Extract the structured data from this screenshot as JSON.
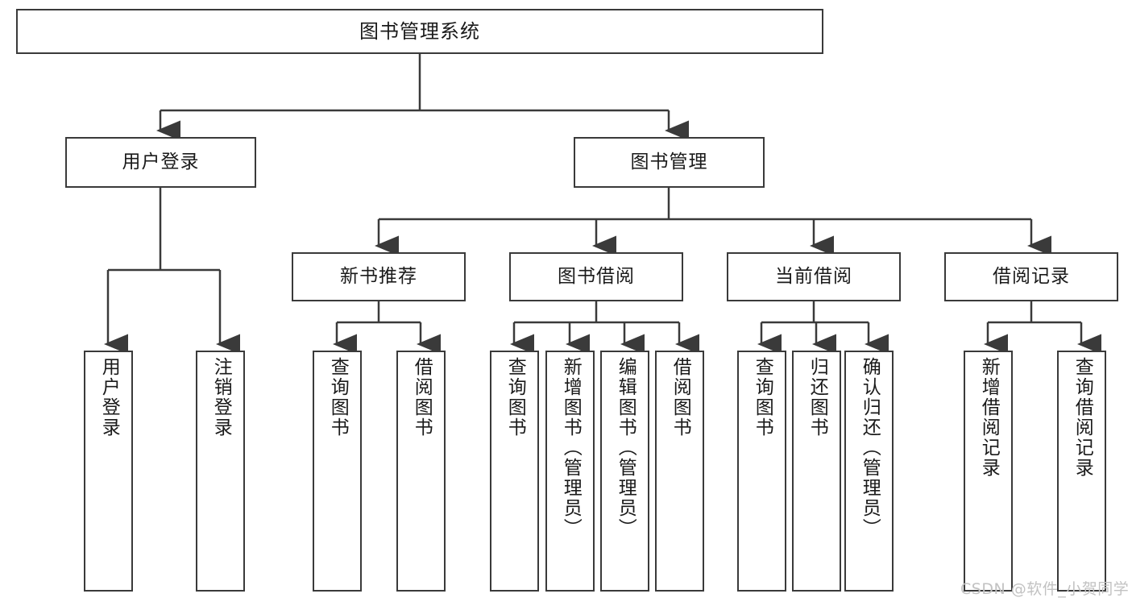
{
  "diagram": {
    "type": "hierarchy-tree",
    "title": "图书管理系统",
    "orientation": "top-down",
    "edge_style": "orthogonal-arrow",
    "colors": {
      "stroke": "#3a3a3a",
      "fill": "#ffffff",
      "text": "#1a1a1a",
      "watermark": "#c2c2c2"
    },
    "root": {
      "label": "图书管理系统"
    },
    "level2": [
      {
        "label": "用户登录"
      },
      {
        "label": "图书管理"
      }
    ],
    "level3": [
      {
        "label": "新书推荐"
      },
      {
        "label": "图书借阅"
      },
      {
        "label": "当前借阅"
      },
      {
        "label": "借阅记录"
      }
    ],
    "leaves": {
      "user_login": [
        {
          "label": "用户登录"
        },
        {
          "label": "注销登录"
        }
      ],
      "new_book_recommend": [
        {
          "label": "查询图书"
        },
        {
          "label": "借阅图书"
        }
      ],
      "book_borrow": [
        {
          "label": "查询图书"
        },
        {
          "label": "新增图书（管理员）"
        },
        {
          "label": "编辑图书（管理员）"
        },
        {
          "label": "借阅图书"
        }
      ],
      "current_borrow": [
        {
          "label": "查询图书"
        },
        {
          "label": "归还图书"
        },
        {
          "label": "确认归还（管理员）"
        }
      ],
      "borrow_record": [
        {
          "label": "新增借阅记录"
        },
        {
          "label": "查询借阅记录"
        }
      ]
    }
  },
  "watermark": {
    "text": "CSDN @软件_小贺同学"
  }
}
